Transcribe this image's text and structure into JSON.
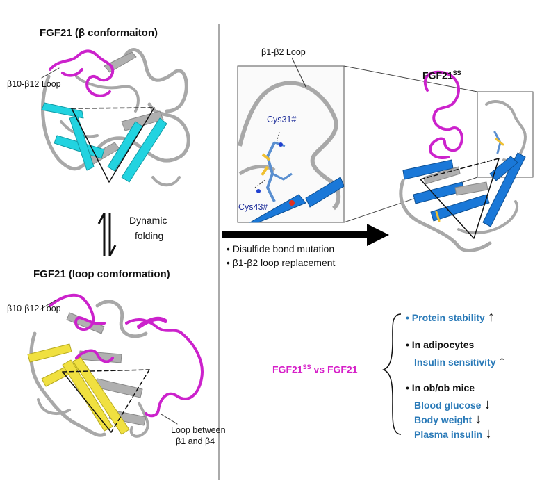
{
  "panels": {
    "top_left": {
      "title": "FGF21 (β conformaiton)",
      "loop_label": "β10-β12 Loop"
    },
    "bottom_left": {
      "title": "FGF21 (loop comformation)",
      "loop_label": "β10-β12 Loop",
      "loop_between_line1": "Loop between",
      "loop_between_line2": "β1 and β4"
    },
    "transition": {
      "line1": "Dynamic",
      "line2": "folding"
    },
    "zoom": {
      "loop_label": "β1-β2 Loop",
      "cys31": "Cys31#",
      "cys43": "Cys43#"
    },
    "engineered": {
      "title_base": "FGF21",
      "title_sup": "SS"
    },
    "modifications": [
      "Disulfide bond mutation",
      "β1-β2 loop replacement"
    ],
    "comparison": {
      "base": "FGF21",
      "sup": "SS",
      "rest": " vs FGF21"
    },
    "outcomes": {
      "protein_stability": "Protein stability",
      "adipocytes_header": "In adipocytes",
      "insulin_sensitivity": "Insulin sensitivity",
      "mice_header": "In ob/ob mice",
      "blood_glucose": "Blood glucose",
      "body_weight": "Body weight",
      "plasma_insulin": "Plasma insulin"
    },
    "arrows": {
      "up": "↑",
      "down": "↓"
    }
  },
  "colors": {
    "cyan_strand": "#22d3e0",
    "magenta_loop": "#cc22cc",
    "yellow_strand": "#f0e040",
    "blue_strand": "#1a78d8",
    "gray_ribbon": "#a8a8a8",
    "text_blue": "#2a7ab8",
    "text_magenta": "#d61fc8"
  }
}
